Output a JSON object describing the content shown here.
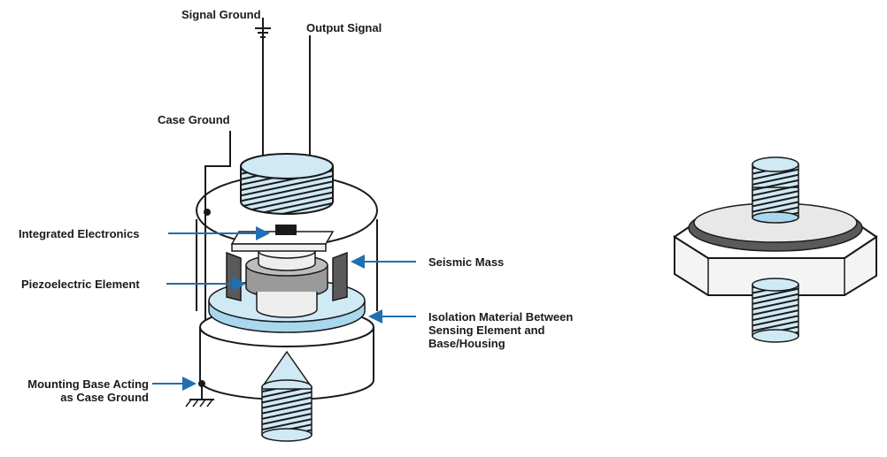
{
  "labels": {
    "signal_ground": "Signal Ground",
    "output_signal": "Output Signal",
    "case_ground": "Case Ground",
    "integrated_electronics": "Integrated Electronics",
    "piezoelectric_element": "Piezoelectric Element",
    "seismic_mass": "Seismic Mass",
    "isolation_line1": "Isolation Material Between",
    "isolation_line2": "Sensing Element and",
    "isolation_line3": "Base/Housing",
    "mounting_line1": "Mounting Base Acting",
    "mounting_line2": "as Case Ground"
  },
  "colors": {
    "outline": "#1a1a1a",
    "arrow": "#1f6fb2",
    "light_blue": "#cfe9f5",
    "mid_blue": "#a9d8ee",
    "gray": "#9a9a9a",
    "dark_gray": "#5a5a5a",
    "housing_fill": "#ffffff"
  }
}
